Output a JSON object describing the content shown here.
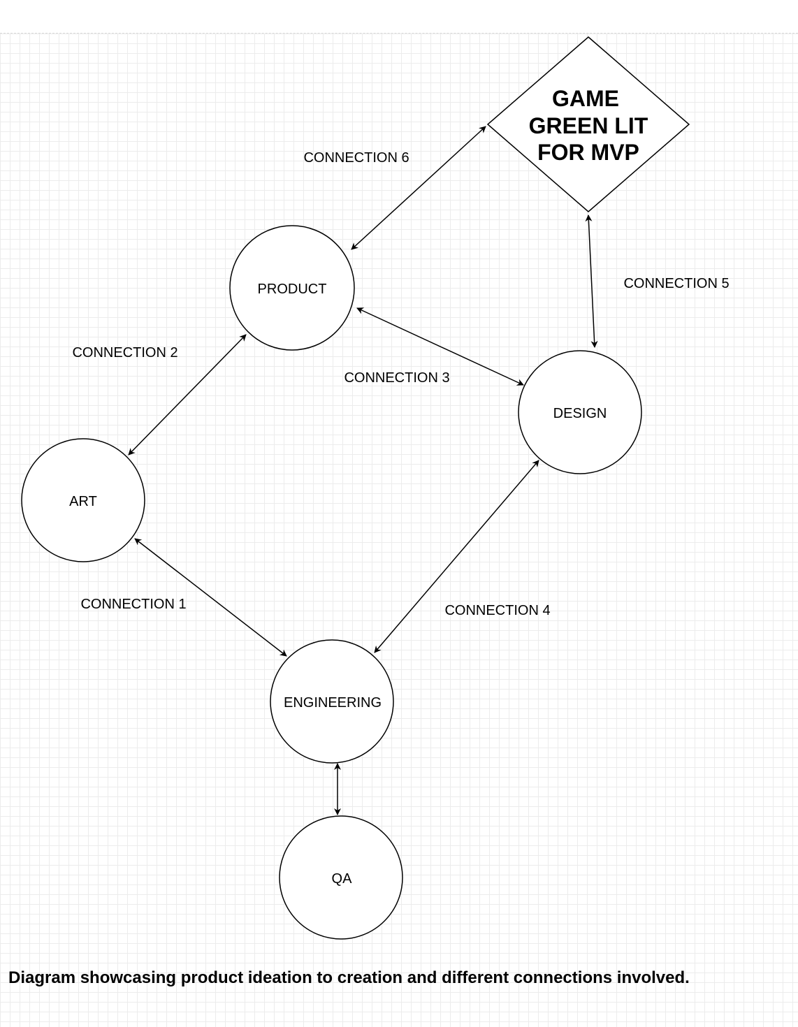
{
  "nodes": {
    "product": "PRODUCT",
    "art": "ART",
    "design": "DESIGN",
    "engineering": "ENGINEERING",
    "qa": "QA"
  },
  "decision": {
    "line1": "GAME",
    "line2": "GREEN LIT",
    "line3": "FOR MVP"
  },
  "edges": {
    "connection_1": "CONNECTION 1",
    "connection_2": "CONNECTION 2",
    "connection_3": "CONNECTION 3",
    "connection_4": "CONNECTION 4",
    "connection_5": "CONNECTION 5",
    "connection_6": "CONNECTION 6"
  },
  "caption": "Diagram showcasing product ideation to creation and different connections involved."
}
